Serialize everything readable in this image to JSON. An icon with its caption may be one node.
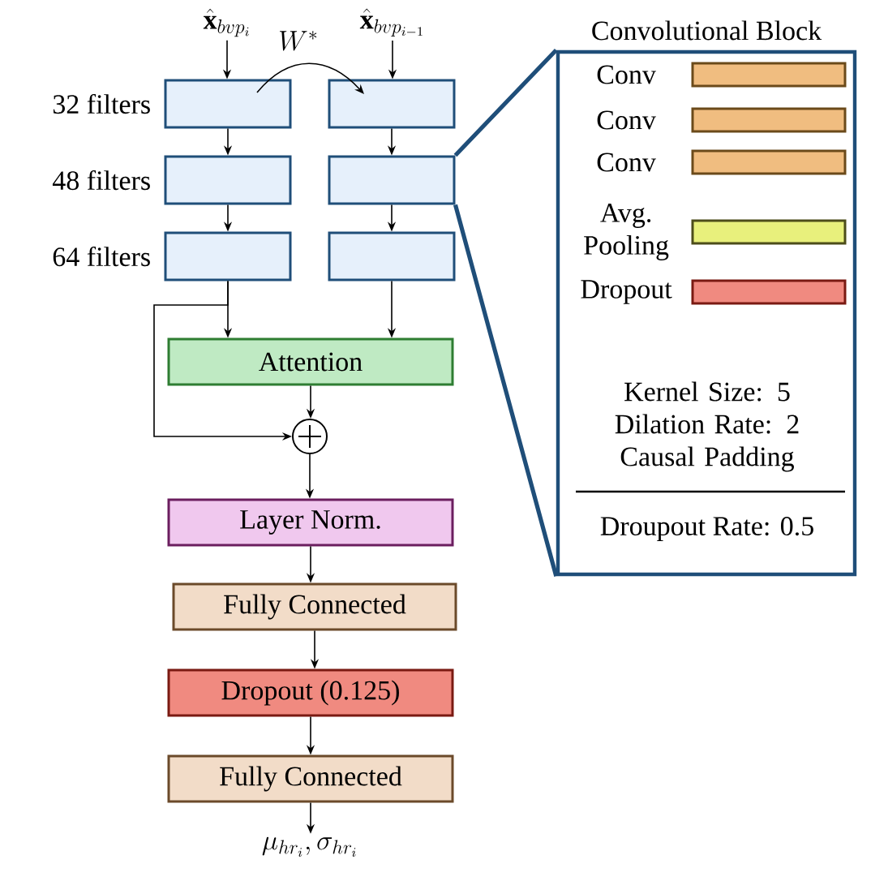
{
  "diagram": {
    "nodes": [
      {
        "text": [
          "\\hat{\\mathbf{x}}_{bvp_i}"
        ]
      },
      {
        "text": [
          "\\hat{\\mathbf{x}}_{bvp_{i-1}}"
        ]
      },
      {
        "text": [],
        "shape": "box",
        "beside": [
          "32 filters"
        ]
      },
      {
        "text": [],
        "shape": "box"
      },
      {
        "text": [],
        "shape": "box",
        "beside": [
          "48 filters"
        ]
      },
      {
        "text": [],
        "shape": "box"
      },
      {
        "text": [],
        "shape": "box",
        "beside": [
          "64 filters"
        ]
      },
      {
        "text": [],
        "shape": "box"
      },
      {
        "text": [
          "Attention"
        ]
      },
      {
        "text": [],
        "shape": "circle"
      },
      {
        "text": [
          "Layer Norm."
        ]
      },
      {
        "text": [
          "Fully Connected"
        ]
      },
      {
        "text": [
          "Dropout (0.125)"
        ]
      },
      {
        "text": [
          "Fully Connected"
        ]
      },
      {
        "text": [
          "\\mu_{hr_i}, \\sigma_{hr_i}"
        ]
      },
      {
        "text": [
          "Convolutional Block",
          "Kernel Size: 5 Dilation Rate: 2 Causal Padding",
          "Droupout Rate: 0.5"
        ]
      },
      {
        "text": [
          "Conv"
        ],
        "in": 15
      },
      {
        "text": [
          "Conv"
        ],
        "in": 15
      },
      {
        "text": [
          "Conv"
        ],
        "in": 15
      },
      {
        "text": [
          "Avg. Pooling"
        ],
        "in": 15
      },
      {
        "text": [
          "Dropout"
        ],
        "in": 15
      }
    ],
    "edges": [
      {
        "from": 0,
        "to": 2,
        "arrow": "to"
      },
      {
        "from": 1,
        "to": 3,
        "arrow": "to"
      },
      {
        "from": 2,
        "to": 3,
        "arrow": "to",
        "label": "W^*"
      },
      {
        "from": 2,
        "to": 4,
        "arrow": "to"
      },
      {
        "from": 3,
        "to": 5,
        "arrow": "to"
      },
      {
        "from": 4,
        "to": 6,
        "arrow": "to"
      },
      {
        "from": 5,
        "to": 7,
        "arrow": "to"
      },
      {
        "from": 6,
        "to": 8,
        "arrow": "to"
      },
      {
        "from": 7,
        "to": 8,
        "arrow": "to"
      },
      {
        "from": 6,
        "to": 9,
        "arrow": "to"
      },
      {
        "from": 8,
        "to": 9,
        "arrow": "to"
      },
      {
        "from": 9,
        "to": 10,
        "arrow": "to"
      },
      {
        "from": 10,
        "to": 11,
        "arrow": "to"
      },
      {
        "from": 11,
        "to": 12,
        "arrow": "to"
      },
      {
        "from": 12,
        "to": 13,
        "arrow": "to"
      },
      {
        "from": 13,
        "to": 14,
        "arrow": "to"
      },
      {
        "from": 5,
        "to": 15,
        "arrow": "none",
        "style": "thick",
        "color": "#1f4e79"
      }
    ]
  }
}
